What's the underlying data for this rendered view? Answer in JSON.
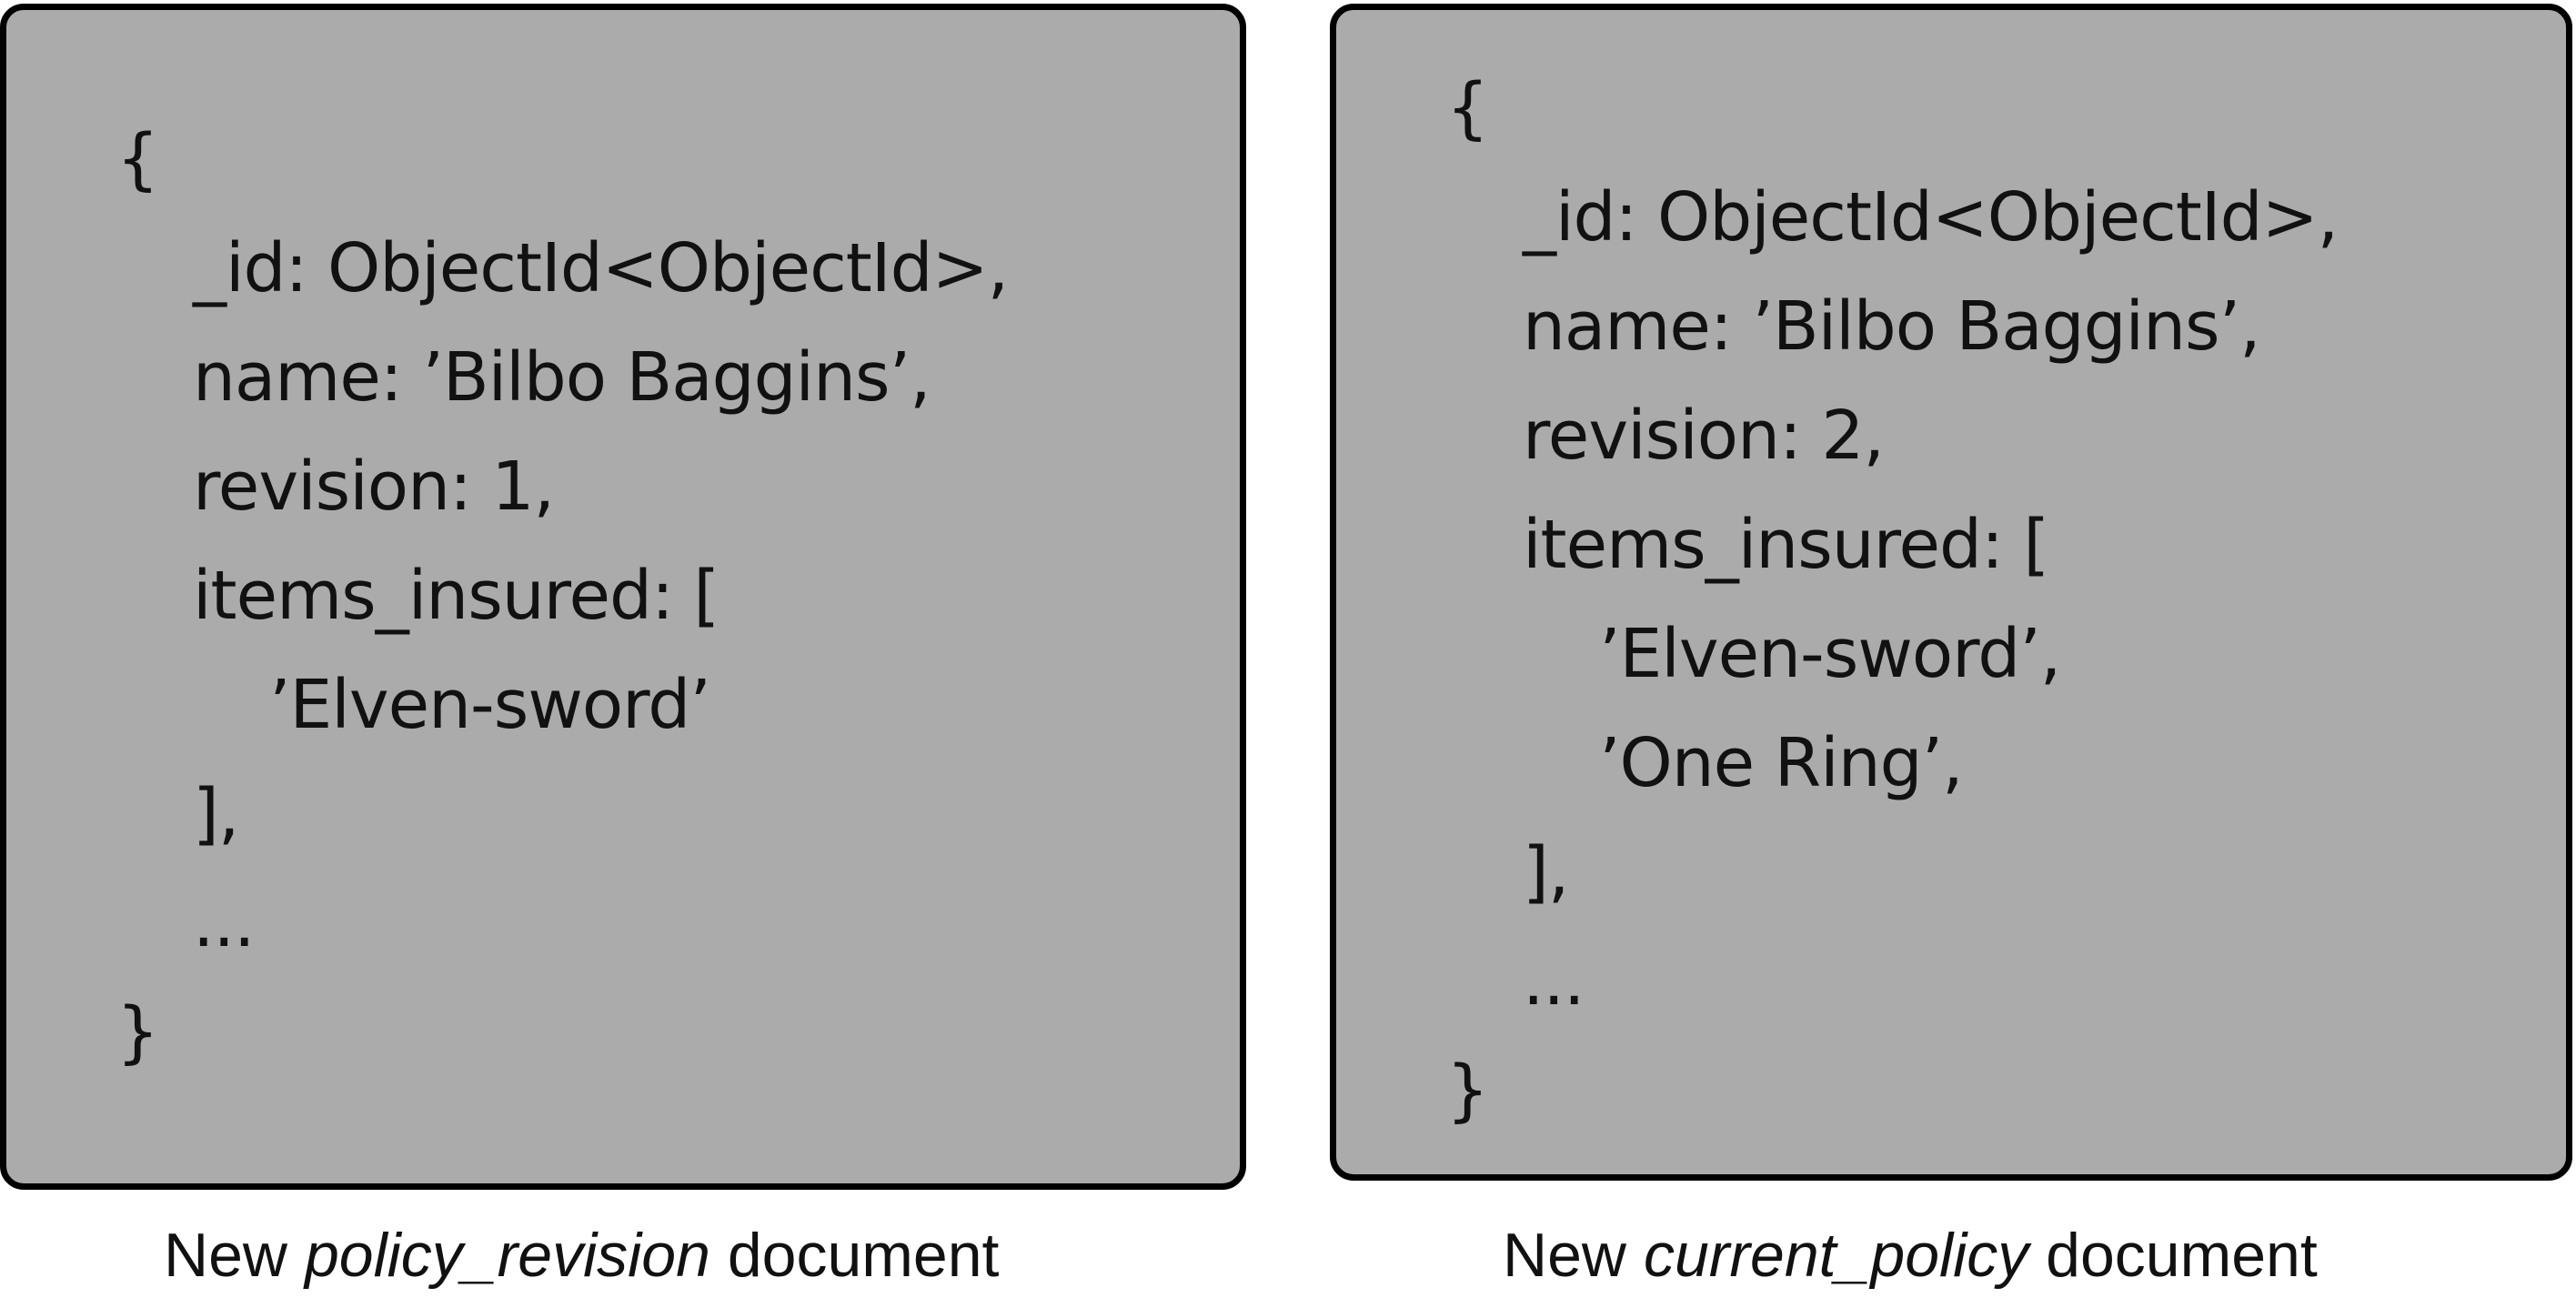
{
  "left_panel": {
    "lines": [
      "{",
      "_id: ObjectId<ObjectId>,",
      "name: ’Bilbo Baggins’,",
      "revision: 1,",
      "items_insured: [",
      "’Elven-sword’",
      "],",
      "...",
      "}"
    ],
    "caption": {
      "prefix": "New ",
      "emphasis": "policy_revision",
      "suffix": " document"
    }
  },
  "right_panel": {
    "lines": [
      "{",
      "_id: ObjectId<ObjectId>,",
      "name: ’Bilbo Baggins’,",
      "revision: 2,",
      "items_insured: [",
      "’Elven-sword’,",
      "’One Ring’,",
      "],",
      "...",
      "}"
    ],
    "caption": {
      "prefix": "New ",
      "emphasis": "current_policy",
      "suffix": " document"
    }
  },
  "colors": {
    "panel_fill": "#ababab",
    "panel_border": "#000000",
    "text": "#111111"
  }
}
